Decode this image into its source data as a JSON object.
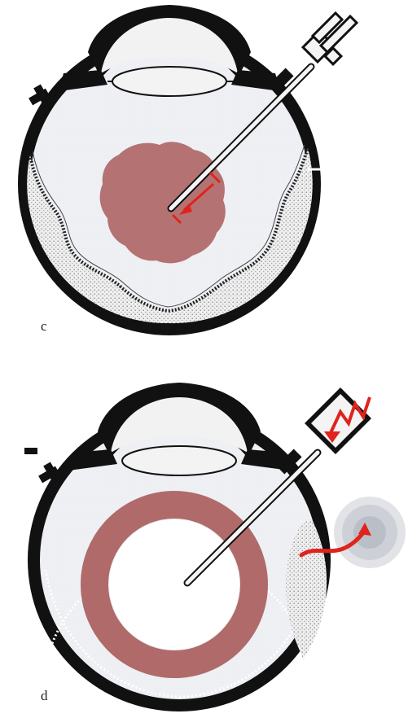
{
  "panels": [
    {
      "label": "c"
    },
    {
      "label": "d"
    }
  ],
  "colors": {
    "eye_wall": "#111111",
    "vitreous": "#eceff3",
    "detached_retina_stipple": "#d6d6d6",
    "blood": "#b5706f",
    "arrow_accent": "#e0231c",
    "instrument": "#f4f4f4"
  },
  "icons": [
    "eye-cross-section",
    "infusion-port",
    "vitrectomy-probe",
    "blood-clot",
    "aspiration-wave",
    "removed-blood-cluster"
  ]
}
